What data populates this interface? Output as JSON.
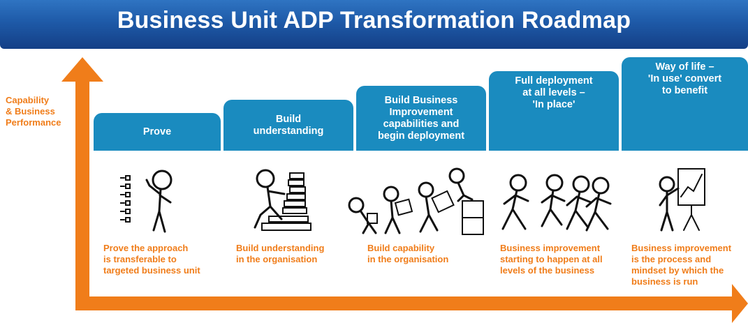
{
  "header": {
    "title": "Business Unit ADP Transformation Roadmap"
  },
  "axis": {
    "y_label": "Capability\n& Business\nPerformance"
  },
  "stages": [
    {
      "title": "Prove",
      "description": "Prove the approach\nis transferable to\ntargeted business unit",
      "illustration": "figure-with-checklist"
    },
    {
      "title": "Build\nunderstanding",
      "description": "Build understanding\nin the organisation",
      "illustration": "figure-stacking-books"
    },
    {
      "title": "Build Business\nImprovement\ncapabilities and\nbegin deployment",
      "description": "Build capability\nin the organisation",
      "illustration": "figures-carrying-boxes"
    },
    {
      "title": "Full deployment\nat all levels –\n'In place'",
      "description": "Business improvement\nstarting to happen at all\nlevels of the business",
      "illustration": "figures-running"
    },
    {
      "title": "Way of life –\n'In use' convert\nto benefit",
      "description": "Business improvement\nis the process and\nmindset by which the\nbusiness is run",
      "illustration": "figure-presenting-chart"
    }
  ],
  "colors": {
    "banner": "#1e5aa8",
    "stage": "#1a8bbf",
    "axis": "#f07d1a",
    "accent_text": "#f07d1a"
  }
}
